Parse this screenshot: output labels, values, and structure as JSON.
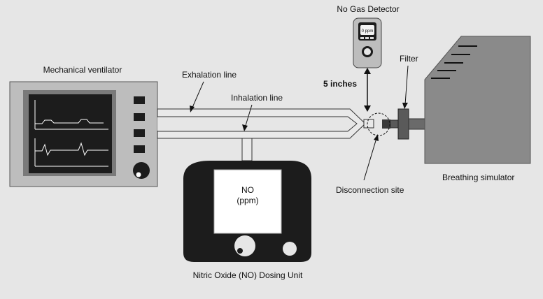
{
  "labels": {
    "ventilator": "Mechanical ventilator",
    "exhalation": "Exhalation line",
    "inhalation": "Inhalation line",
    "detector": "No Gas Detector",
    "detector_display": "0 ppm",
    "distance": "5 inches",
    "filter": "Filter",
    "disconnection": "Disconnection site",
    "simulator": "Breathing simulator",
    "dosing_display_line1": "NO",
    "dosing_display_line2": "(ppm)",
    "dosing_unit": "Nitric Oxide (NO) Dosing Unit"
  }
}
